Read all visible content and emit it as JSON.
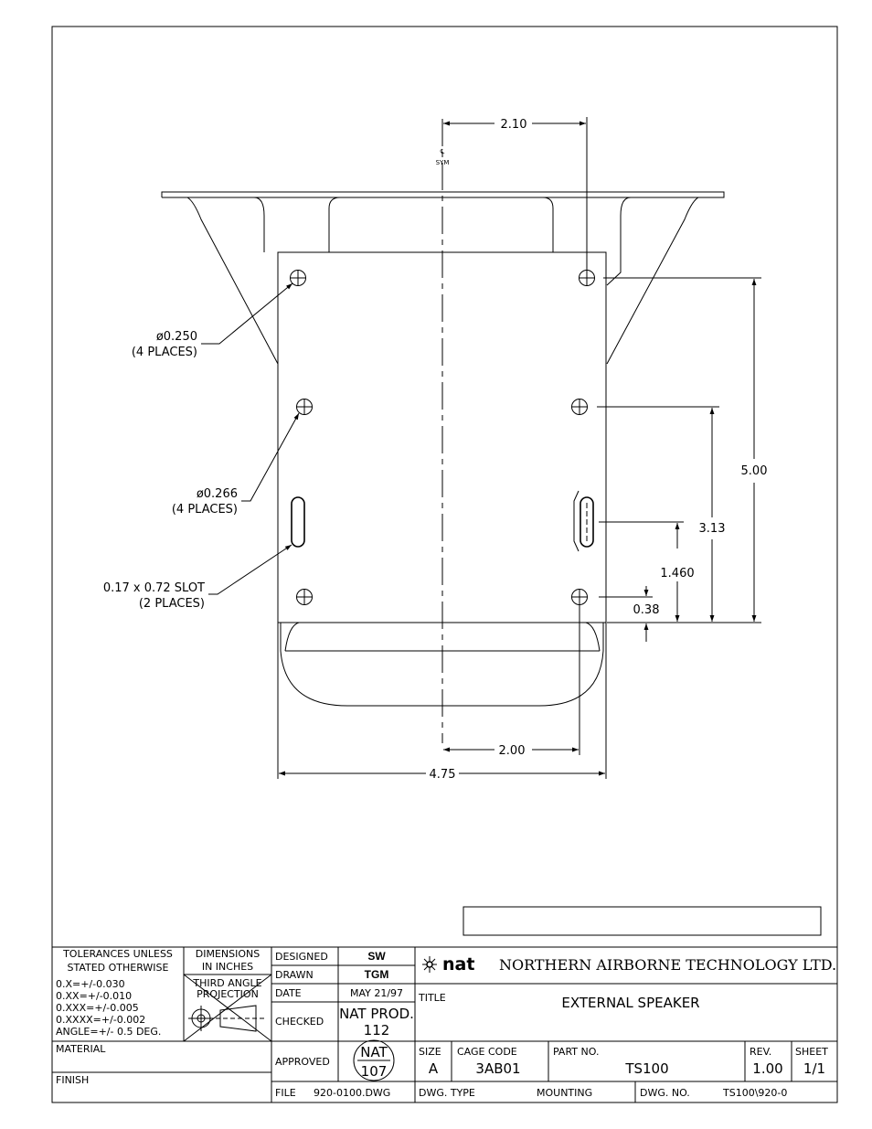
{
  "drawing": {
    "centerline_label": "SYM",
    "centerline_symbol": "℄",
    "dimensions": {
      "top_width": "2.10",
      "bottom_width": "2.00",
      "overall_width": "4.75",
      "height_total": "5.00",
      "height_mid": "3.13",
      "slot_height": "1.460",
      "offset_small": "0.38"
    },
    "callouts": {
      "hole_a_size": "ø0.250",
      "hole_a_qty": "(4 PLACES)",
      "hole_b_size": "ø0.266",
      "hole_b_qty": "(4 PLACES)",
      "slot_size": "0.17 x 0.72 SLOT",
      "slot_qty": "(2 PLACES)"
    }
  },
  "title_block": {
    "tolerances_title_1": "TOLERANCES UNLESS",
    "tolerances_title_2": "STATED OTHERWISE",
    "tol_x": "0.X=+/-0.030",
    "tol_xx": "0.XX=+/-0.010",
    "tol_xxx": "0.XXX=+/-0.005",
    "tol_xxxx": "0.XXXX=+/-0.002",
    "tol_angle": "ANGLE=+/- 0.5 DEG.",
    "dimensions_unit_1": "DIMENSIONS",
    "dimensions_unit_2": "IN INCHES",
    "projection_1": "THIRD ANGLE",
    "projection_2": "PROJECTION",
    "material_label": "MATERIAL",
    "finish_label": "FINISH",
    "designed_label": "DESIGNED",
    "designed_value": "SW",
    "drawn_label": "DRAWN",
    "drawn_value": "TGM",
    "date_label": "DATE",
    "date_value": "MAY 21/97",
    "checked_label": "CHECKED",
    "checked_value_1": "NAT PROD.",
    "checked_value_2": "112",
    "approved_label": "APPROVED",
    "stamp_line_1": "NAT",
    "stamp_line_2": "107",
    "file_label": "FILE",
    "file_value": "920-0100.DWG",
    "company_logo": "nat",
    "company_name": "NORTHERN AIRBORNE TECHNOLOGY LTD.",
    "title_label": "TITLE",
    "title_value": "EXTERNAL SPEAKER",
    "size_label": "SIZE",
    "size_value": "A",
    "cage_label": "CAGE CODE",
    "cage_value": "3AB01",
    "part_label": "PART NO.",
    "part_value": "TS100",
    "rev_label": "REV.",
    "rev_value": "1.00",
    "sheet_label": "SHEET",
    "sheet_value": "1/1",
    "dwg_type_label": "DWG. TYPE",
    "dwg_type_value": "MOUNTING",
    "dwg_no_label": "DWG. NO.",
    "dwg_no_value": "TS100\\920-0"
  }
}
